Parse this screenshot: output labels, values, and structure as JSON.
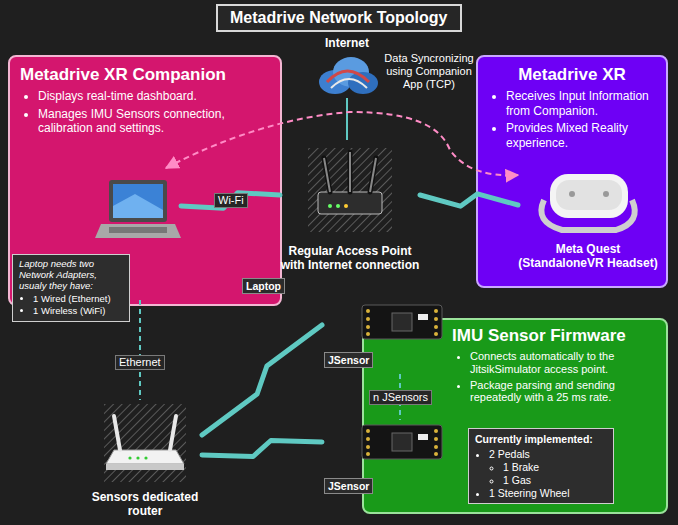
{
  "diagram": {
    "title": "Metadrive Network Topology",
    "nodes": [
      {
        "text": [
          "Metadrive XR Companion",
          "Displays real-time dashboard.",
          "Manages IMU Sensors connection, calibration and settings."
        ]
      },
      {
        "text": [
          "Laptop"
        ],
        "in": 0
      },
      {
        "text": [
          "Laptop needs two Network Adapters, usualy they have:",
          "1 Wired (Ethernet)",
          "1 Wireless (WiFi)"
        ]
      },
      {
        "text": [
          "Internet"
        ]
      },
      {
        "text": [
          "Regular Access Point with Internet connection"
        ]
      },
      {
        "text": [
          "Metadrive XR",
          "Receives Input Information from Companion.",
          "Provides Mixed Reality experience."
        ]
      },
      {
        "text": [
          "Meta Quest (StandaloneVR Headset)"
        ],
        "in": 5
      },
      {
        "text": [
          "Sensors dedicated router"
        ]
      },
      {
        "text": [
          "IMU Sensor Firmware",
          "Connects automatically to the JitsikSimulator access point.",
          "Package parsing and sending repeatedly with a 25 ms rate."
        ]
      },
      {
        "text": [
          "JSensor"
        ]
      },
      {
        "text": [
          "JSensor"
        ]
      },
      {
        "text": [
          "Currently implemented:",
          "2 Pedals",
          "1 Brake",
          "1 Gas",
          "1 Steering Wheel"
        ],
        "in": 8
      }
    ],
    "edges": [
      {
        "from": 3,
        "to": 4,
        "arrow": "none"
      },
      {
        "from": 1,
        "to": 4,
        "label": "Wi-Fi",
        "arrow": "none"
      },
      {
        "from": 1,
        "to": 6,
        "label": "Data Syncronizing using Companion App (TCP)",
        "arrow": "both"
      },
      {
        "from": 4,
        "to": 6,
        "arrow": "none"
      },
      {
        "from": 1,
        "to": 7,
        "label": "Ethernet",
        "arrow": "none"
      },
      {
        "from": 7,
        "to": 9,
        "arrow": "none"
      },
      {
        "from": 7,
        "to": 10,
        "arrow": "none"
      },
      {
        "from": 9,
        "to": 10,
        "label": "n JSensors",
        "arrow": "none"
      }
    ]
  }
}
